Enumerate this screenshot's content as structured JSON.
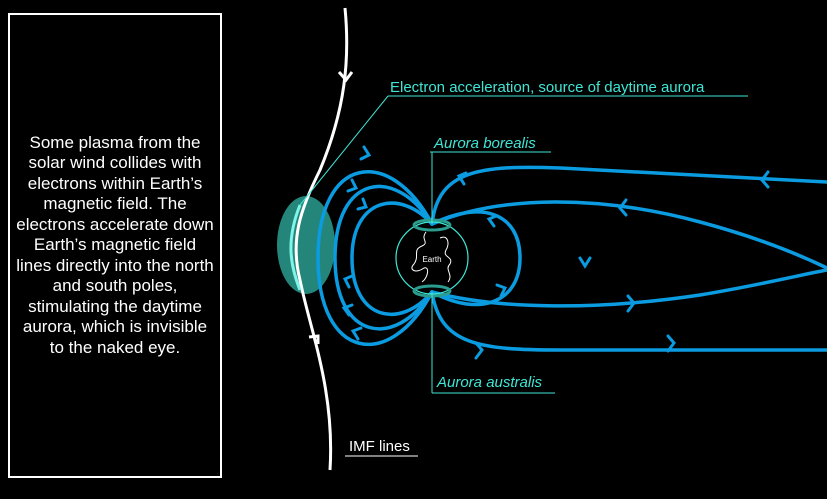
{
  "description_box": {
    "text": "Some plasma from the solar wind collides with electrons within Earth’s magnetic field. The electrons accelerate down Earth’s magnetic field lines directly into the north and south poles, stimulating the daytime aurora, which is invisible to the naked eye."
  },
  "labels": {
    "electron_acceleration": "Electron acceleration, source of daytime aurora",
    "aurora_borealis": "Aurora borealis",
    "aurora_australis": "Aurora australis",
    "earth": "Earth",
    "imf_lines": "IMF lines"
  },
  "colors": {
    "field_line": "#0a9be0",
    "label": "#3fe6d6",
    "collision_zone": "#2a9d8f",
    "background": "#000000"
  }
}
